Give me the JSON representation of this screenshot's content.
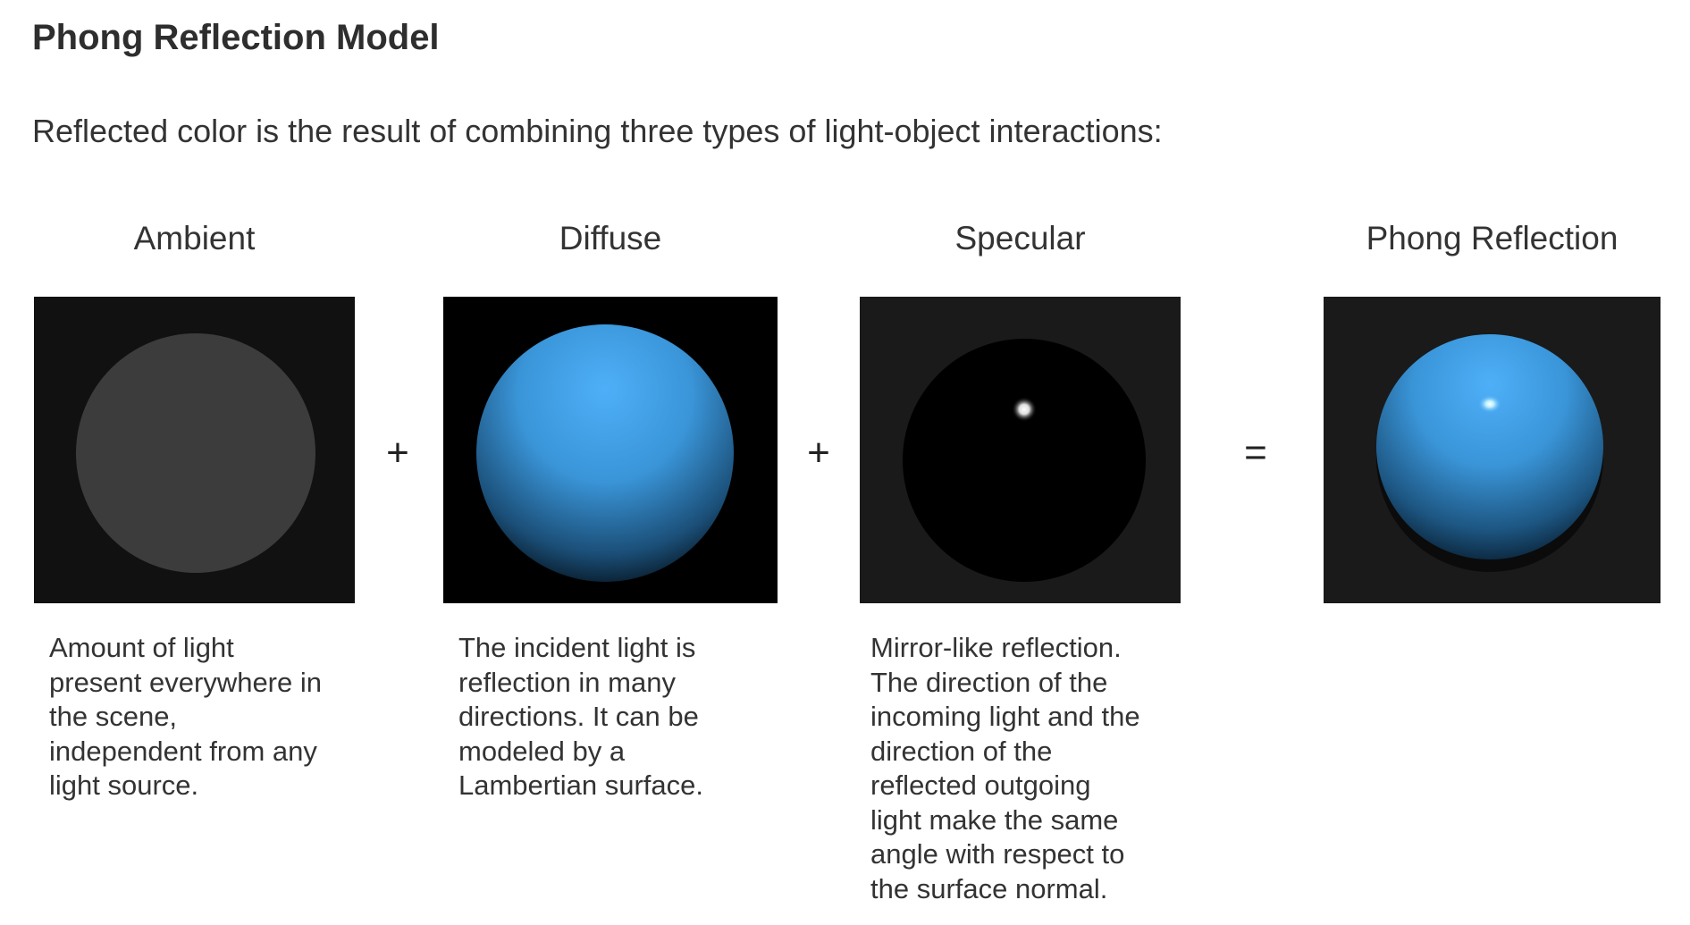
{
  "title": "Phong Reflection Model",
  "subtitle": "Reflected color is the result of combining three types of light-object interactions:",
  "columns": [
    {
      "label": "Ambient",
      "description": [
        "Amount of light",
        "present everywhere in",
        "the scene,",
        "independent from any",
        "light source."
      ]
    },
    {
      "label": "Diffuse",
      "description": [
        "The incident light is",
        "reflection in many",
        "directions. It can be",
        "modeled by a",
        "Lambertian surface."
      ]
    },
    {
      "label": "Specular",
      "description": [
        "Mirror-like reflection.",
        "The direction of the",
        "incoming light and the",
        "direction of the",
        "reflected outgoing",
        "light make the same",
        "angle with respect to",
        "the surface normal."
      ]
    },
    {
      "label": "Phong Reflection"
    }
  ],
  "operators": [
    "+",
    "+",
    "="
  ],
  "colors": {
    "sphere_blue": "#4aabf5",
    "ambient_gray": "#3c3c3c"
  }
}
